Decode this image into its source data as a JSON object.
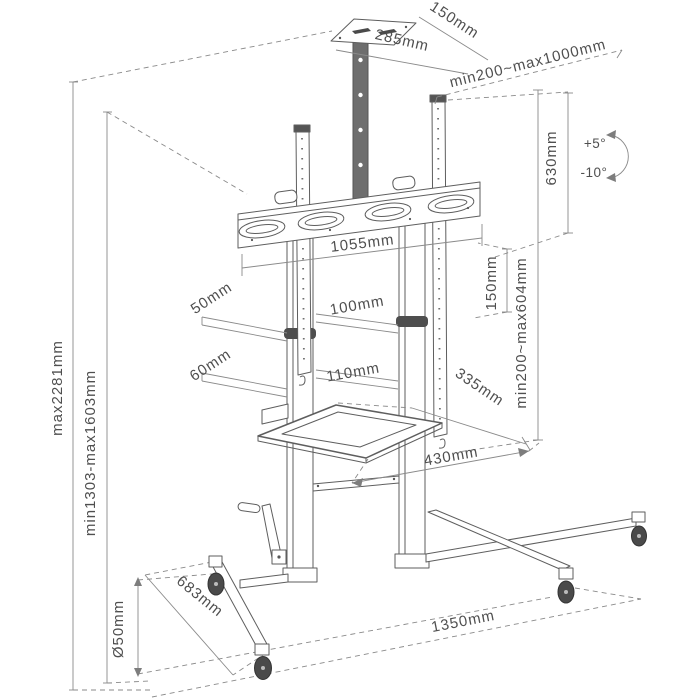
{
  "diagram": {
    "labels": {
      "plate_depth": "150mm",
      "plate_width": "285mm",
      "vesa_width": "min200~max1000mm",
      "tilt_up": "+5°",
      "tilt_down": "-10°",
      "bracket_height": "630mm",
      "bar_width": "1055mm",
      "col_inner_depth": "50mm",
      "col_inner_width": "100mm",
      "bar_offset": "150mm",
      "vesa_height": "min200~max604mm",
      "col_outer_depth": "60mm",
      "col_outer_width": "110mm",
      "shelf_depth": "335mm",
      "shelf_width": "430mm",
      "max_height": "max2281mm",
      "screen_height_range": "min1303-max1603mm",
      "base_depth": "683mm",
      "caster_diameter": "Ø50mm",
      "base_width": "1350mm"
    },
    "colors": {
      "line": "#5e5e5e",
      "dim_line": "#8a8a8a",
      "text": "#4f4f4f",
      "dark_fill": "#4a4a4a",
      "background": "#ffffff"
    }
  }
}
